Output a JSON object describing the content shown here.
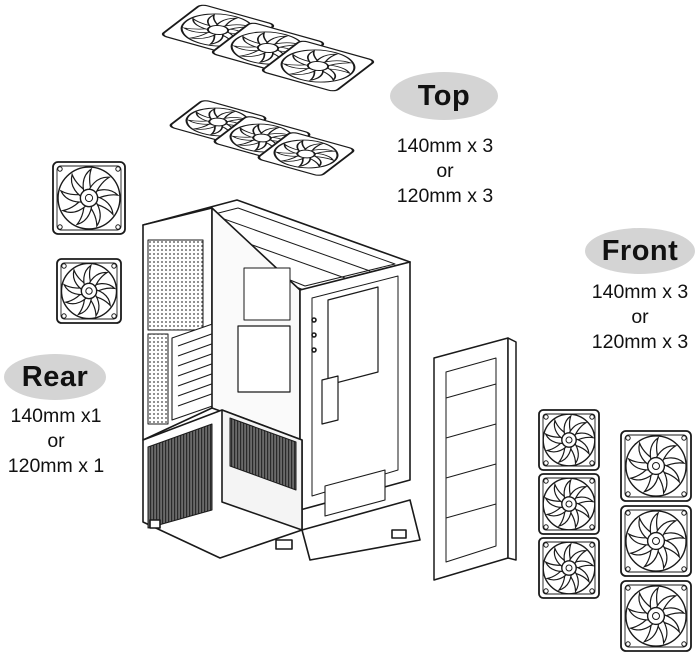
{
  "labels": {
    "top": {
      "title": "Top",
      "line1": "140mm x 3",
      "line2": "or",
      "line3": "120mm x 3"
    },
    "front": {
      "title": "Front",
      "line1": "140mm x 3",
      "line2": "or",
      "line3": "120mm x 3"
    },
    "rear": {
      "title": "Rear",
      "line1": "140mm x1",
      "line2": "or",
      "line3": "120mm x 1"
    }
  },
  "colors": {
    "line": "#1a1a1a",
    "pill": "#d4d4d4",
    "shade": "#5a5a5a",
    "background": "#ffffff"
  },
  "icons": [
    "fan-icon",
    "pc-case-icon",
    "radiator-bracket-icon"
  ]
}
